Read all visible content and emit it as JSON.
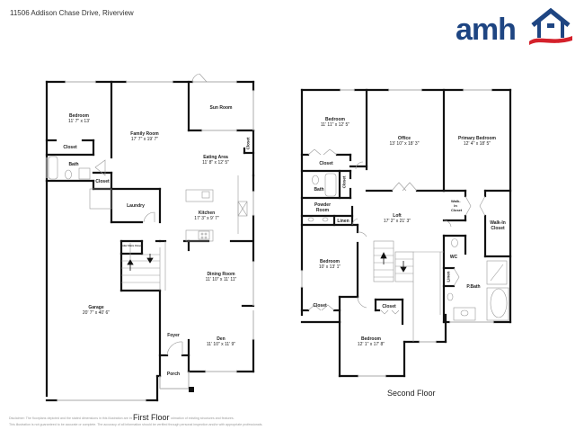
{
  "header": {
    "address": "11506 Addison Chase Drive, Riverview",
    "logo_text": "amh",
    "logo_colors": {
      "primary": "#1e4582",
      "accent": "#d4212b"
    }
  },
  "first_floor": {
    "title": "First Floor",
    "rooms": [
      {
        "name": "Bedroom",
        "dims": "11' 7\" x 13'"
      },
      {
        "name": "Closet",
        "dims": ""
      },
      {
        "name": "Bath",
        "dims": ""
      },
      {
        "name": "Closet",
        "dims": ""
      },
      {
        "name": "Family Room",
        "dims": "17' 7\" x 19' 7\""
      },
      {
        "name": "Sun Room",
        "dims": ""
      },
      {
        "name": "Eating Area",
        "dims": "11' 8\" x 12' 5\""
      },
      {
        "name": "Closet",
        "dims": ""
      },
      {
        "name": "Laundry",
        "dims": ""
      },
      {
        "name": "Kitchen",
        "dims": "17' 3\" x 9' 7\""
      },
      {
        "name": "Under Stairs Closet",
        "dims": ""
      },
      {
        "name": "Dining Room",
        "dims": "11' 10\" x 11' 11\""
      },
      {
        "name": "Garage",
        "dims": "20' 7\" x 40' 6\""
      },
      {
        "name": "Foyer",
        "dims": ""
      },
      {
        "name": "Den",
        "dims": "11' 10\" x 11' 9\""
      },
      {
        "name": "Porch",
        "dims": ""
      }
    ]
  },
  "second_floor": {
    "title": "Second Floor",
    "rooms": [
      {
        "name": "Bedroom",
        "dims": "11' 11\" x 12' 5\""
      },
      {
        "name": "Office",
        "dims": "13' 10\" x 18' 3\""
      },
      {
        "name": "Primary Bedroom",
        "dims": "12' 4\" x 18' 5\""
      },
      {
        "name": "Closet",
        "dims": ""
      },
      {
        "name": "Bath",
        "dims": ""
      },
      {
        "name": "Closet",
        "dims": ""
      },
      {
        "name": "Powder Room",
        "dims": ""
      },
      {
        "name": "Linen",
        "dims": ""
      },
      {
        "name": "Loft",
        "dims": "17' 2\" x 21' 3\""
      },
      {
        "name": "Walk-In Closet",
        "dims": ""
      },
      {
        "name": "Walk-In Closet",
        "dims": ""
      },
      {
        "name": "Bedroom",
        "dims": "10' x 13' 1\""
      },
      {
        "name": "WC",
        "dims": ""
      },
      {
        "name": "Linen",
        "dims": ""
      },
      {
        "name": "P.Bath",
        "dims": ""
      },
      {
        "name": "Closet",
        "dims": ""
      },
      {
        "name": "Closet",
        "dims": ""
      },
      {
        "name": "Bedroom",
        "dims": "12' 1\" x 17' 8\""
      }
    ]
  },
  "disclaimer": {
    "line1": "Disclaimer: The floorplans depicted and the stated dimensions in this illustration are intended to serve as an approximation of existing structures and features.",
    "line2": "This illustration is not guaranteed to be accurate or complete. The accuracy of all information should be verified through personal inspection and/or with appropriate professionals."
  }
}
